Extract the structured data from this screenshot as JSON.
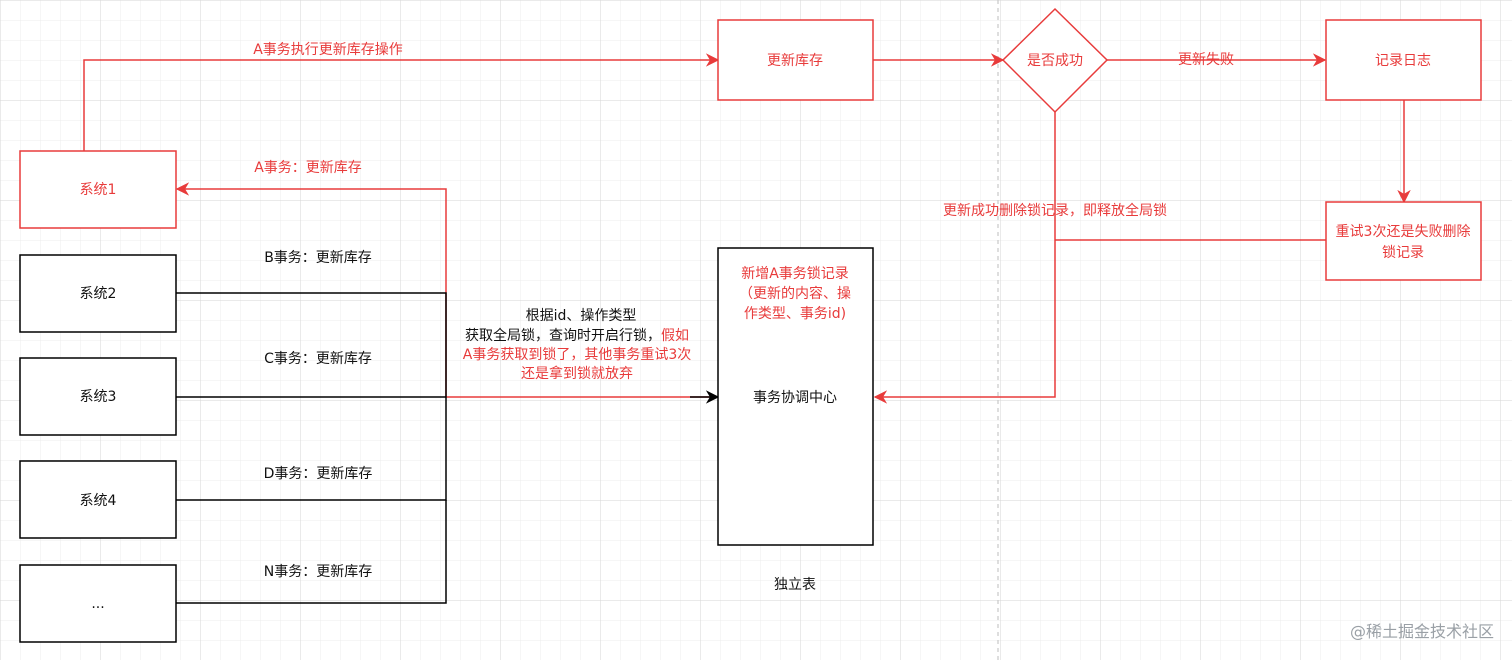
{
  "colors": {
    "accent_red": "#e83b3b",
    "line_black": "#000000",
    "grid_major": "#d0d0d0",
    "grid_minor": "#ececec",
    "watermark": "#9aa0a6"
  },
  "nodes": {
    "update_inventory": "更新库存",
    "is_success": "是否成功",
    "log_record": "记录日志",
    "system1": "系统1",
    "retry_box": [
      "重试3次还是失败删除",
      "锁记录"
    ],
    "system2": "系统2",
    "system3": "系统3",
    "system4": "系统4",
    "system_more": "...",
    "coordinator_note": [
      "新增A事务锁记录",
      "（更新的内容、操",
      "作类型、事务id)"
    ],
    "coordinator_title": "事务协调中心",
    "independent_table": "独立表"
  },
  "edges": {
    "a_executes_update": "A事务执行更新库存操作",
    "update_failed": "更新失败",
    "a_tx_update": "A事务：更新库存",
    "b_tx_update": "B事务：更新库存",
    "c_tx_update": "C事务：更新库存",
    "d_tx_update": "D事务：更新库存",
    "n_tx_update": "N事务：更新库存",
    "success_delete_lock": "更新成功删除锁记录，即释放全局锁",
    "lock_note_black": [
      "根据id、操作类型",
      "获取全局锁，查询时开启行锁，"
    ],
    "lock_note_red": [
      "假如",
      "A事务获取到锁了，其他事务重试3次",
      "还是拿到锁就放弃"
    ]
  },
  "watermark": "@稀土掘金技术社区"
}
